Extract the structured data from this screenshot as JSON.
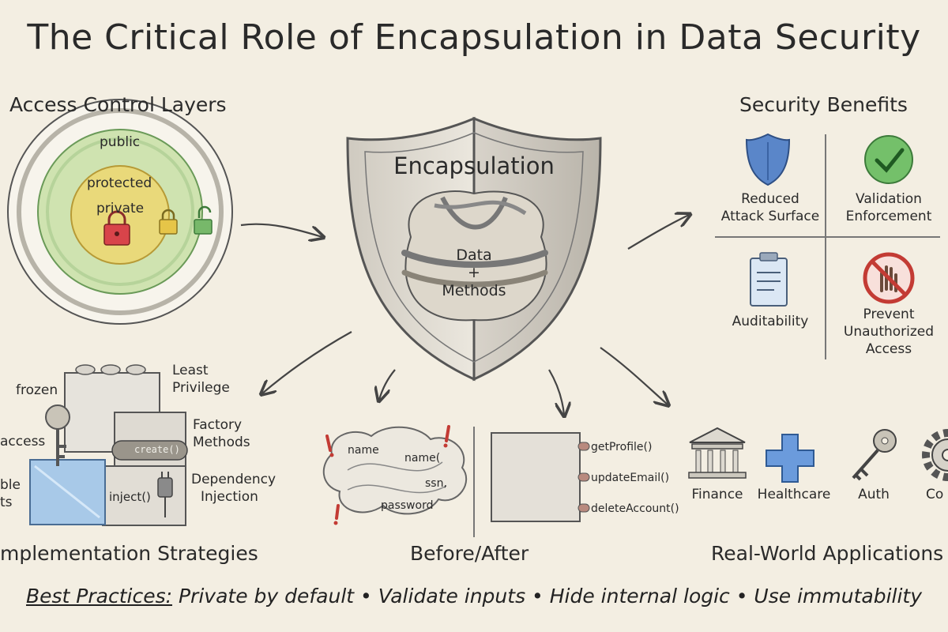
{
  "title": "The Critical Role of Encapsulation in Data Security",
  "access": {
    "title": "Access Control Layers",
    "rings": [
      "public",
      "protected",
      "private"
    ]
  },
  "center": {
    "title": "Encapsulation",
    "data_label": "Data",
    "plus": "+",
    "methods_label": "Methods"
  },
  "benefits": {
    "title": "Security Benefits",
    "items": [
      {
        "line1": "Reduced",
        "line2": "Attack Surface",
        "icon": "shield-icon"
      },
      {
        "line1": "Validation",
        "line2": "Enforcement",
        "icon": "checkmark-icon"
      },
      {
        "line1": "Auditability",
        "line2": "",
        "icon": "clipboard-icon"
      },
      {
        "line1": "Prevent",
        "line2": "Unauthorized",
        "line3": "Access",
        "icon": "no-hand-icon"
      }
    ]
  },
  "strategies": {
    "title": "mplementation Strategies",
    "labels": {
      "frozen": "frozen",
      "least_privilege": [
        "Least",
        "Privilege"
      ],
      "access": "access",
      "factory": [
        "Factory",
        "Methods"
      ],
      "create": "create()",
      "immutable": [
        "ble",
        "ts"
      ],
      "inject": "inject()",
      "di": [
        "Dependency",
        "Injection"
      ]
    }
  },
  "before_after": {
    "title": "Before/After",
    "messy": [
      "name",
      "name(",
      "ssn,",
      "password"
    ],
    "methods": [
      "getProfile()",
      "updateEmail()",
      "deleteAccount()"
    ]
  },
  "applications": {
    "title": "Real-World Applications",
    "items": [
      {
        "label": "Finance",
        "icon": "bank-icon"
      },
      {
        "label": "Healthcare",
        "icon": "medical-cross-icon"
      },
      {
        "label": "Auth",
        "icon": "key-icon"
      },
      {
        "label": "Co",
        "icon": "gear-icon"
      }
    ]
  },
  "best_practices": {
    "prefix": "Best Practices:",
    "text": " Private by default • Validate inputs • Hide internal logic • Use immutability"
  },
  "colors": {
    "background": "#f3eee2",
    "private": "#e9d97a",
    "protected": "#cfe3b0",
    "public": "#f7f4ec",
    "shield_blue": "#5a86c9",
    "check_green": "#74c06a",
    "deny_red": "#d9534f"
  }
}
